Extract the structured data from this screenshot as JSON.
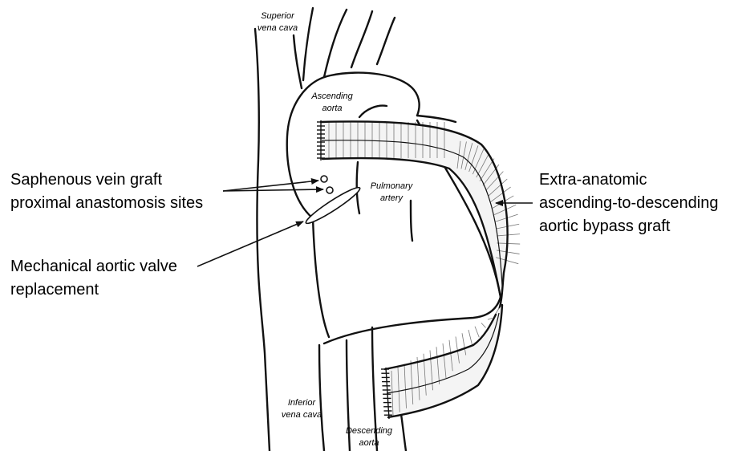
{
  "labels": {
    "svc": [
      "Superior",
      "vena cava"
    ],
    "asc": [
      "Ascending",
      "aorta"
    ],
    "pa": [
      "Pulmonary",
      "artery"
    ],
    "ivc": [
      "Inferior",
      "vena cava"
    ],
    "desc": [
      "Descending",
      "aorta"
    ],
    "svg_graft": [
      "Saphenous vein graft",
      "proximal anastomosis sites"
    ],
    "valve": [
      "Mechanical aortic valve",
      "replacement"
    ],
    "bypass": [
      "Extra-anatomic",
      "ascending-to-descending",
      "aortic bypass graft"
    ]
  }
}
